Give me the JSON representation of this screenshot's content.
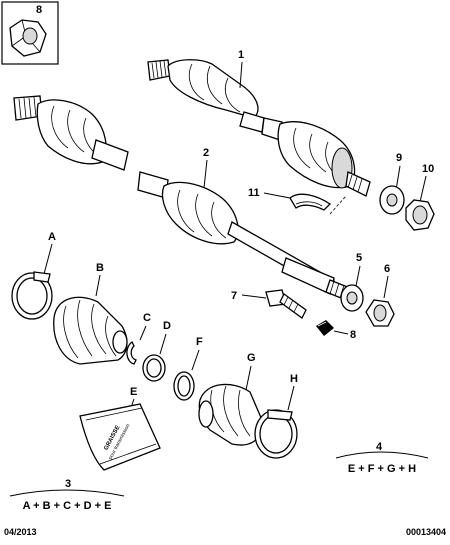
{
  "labels": {
    "l1": "1",
    "l2": "2",
    "l3": "3",
    "l4": "4",
    "l5": "5",
    "l6": "6",
    "l7": "7",
    "l8": "8",
    "l8box": "8",
    "l9": "9",
    "l10": "10",
    "l11": "11",
    "lA": "A",
    "lB": "B",
    "lC": "C",
    "lD": "D",
    "lE": "E",
    "lF": "F",
    "lG": "G",
    "lH": "H"
  },
  "formulas": {
    "f3": "A + B + C + D + E",
    "f4": "E + F + G + H"
  },
  "packet_text": {
    "line1": "GRAISSE",
    "line2": "pour transmission"
  },
  "footer": {
    "date": "04/2013",
    "code": "00013404"
  }
}
